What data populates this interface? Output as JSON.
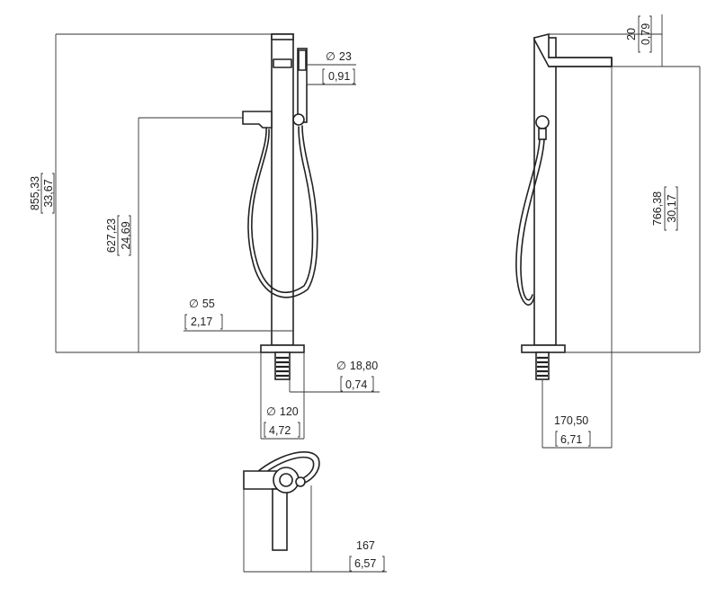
{
  "dimensions": {
    "total_height": {
      "mm": "855,33",
      "in": "33,67"
    },
    "hook_height": {
      "mm": "627,23",
      "in": "24,69"
    },
    "column_diameter": {
      "symbol": "∅",
      "mm": "55",
      "in": "2,17"
    },
    "handshower_diameter": {
      "symbol": "∅",
      "mm": "23",
      "in": "0,91"
    },
    "inlet_diameter": {
      "symbol": "∅",
      "mm": "18,80",
      "in": "0,74"
    },
    "base_diameter": {
      "symbol": "∅",
      "mm": "120",
      "in": "4,72"
    },
    "top_offset": {
      "mm": "20",
      "in": "0,79"
    },
    "spout_height": {
      "mm": "766,38",
      "in": "30,17"
    },
    "spout_projection": {
      "mm": "170,50",
      "in": "6,71"
    },
    "top_view_width": {
      "mm": "167",
      "in": "6,57"
    }
  }
}
